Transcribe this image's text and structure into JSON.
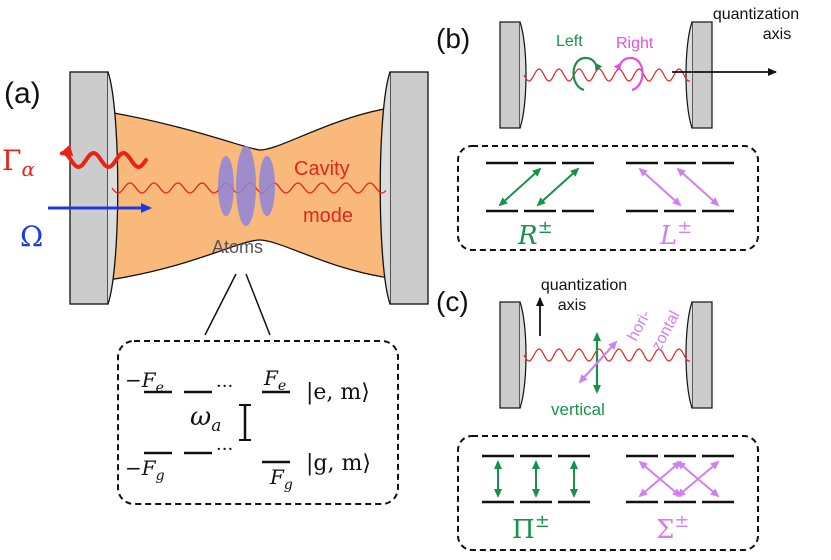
{
  "panels": {
    "a": {
      "label": "(a)",
      "decay_symbol": "Γ",
      "decay_subscript": "α",
      "drive_symbol": "Ω",
      "cavity_label_line1": "Cavity",
      "cavity_label_line2": "mode",
      "atoms_label": "Atoms",
      "levels": {
        "upper_left_F": "F",
        "upper_left_sub": "e",
        "upper_right_F": "F",
        "upper_right_sub": "e",
        "lower_left_F": "F",
        "lower_left_sub": "g",
        "lower_right_F": "F",
        "lower_right_sub": "g",
        "minus": "−",
        "dots": "···",
        "omega": "ω",
        "omega_sub": "a",
        "ket_e": "|e, m⟩",
        "ket_g": "|g, m⟩"
      }
    },
    "b": {
      "label": "(b)",
      "axis_label_line1": "quantization",
      "axis_label_line2": "axis",
      "left_label": "Left",
      "right_label": "Right",
      "R_symbol": "R",
      "L_symbol": "L",
      "pm": "±"
    },
    "c": {
      "label": "(c)",
      "axis_label_line1": "quantization",
      "axis_label_line2": "axis",
      "hori_label_line1": "hori-",
      "hori_label_line2": "zontal",
      "vertical_label": "vertical",
      "Pi_symbol": "Π",
      "Sigma_symbol": "Σ",
      "pm": "±"
    }
  },
  "colors": {
    "cavity_fill": "#f9b97a",
    "mirror_fill": "#cccccc",
    "wave_red": "#e8231a",
    "drive_blue": "#1b3be0",
    "atom_purple": "#8f86d9",
    "green": "#17924a",
    "violet": "#d27ff0",
    "magenta": "#e14fe0",
    "text_dark": "#222222",
    "atoms_gray": "#555555"
  },
  "icons": [
    "curved-arrow-icon",
    "double-arrow-icon"
  ]
}
